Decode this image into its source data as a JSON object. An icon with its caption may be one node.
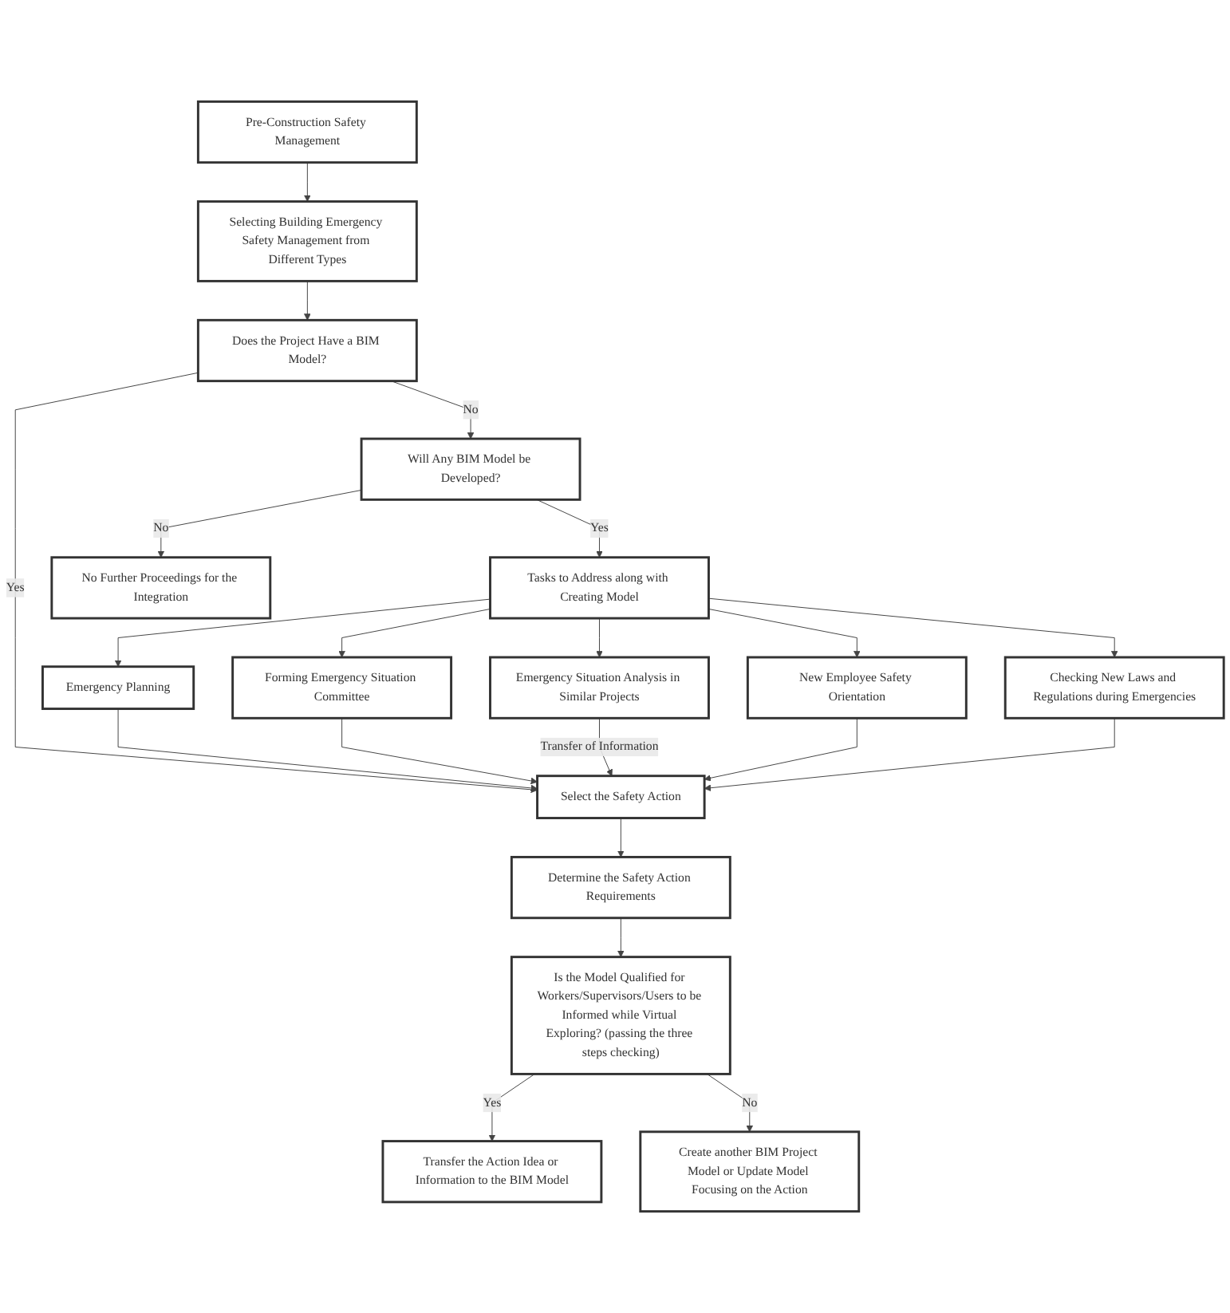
{
  "diagram": {
    "nodes": [
      {
        "text": [
          "Pre-Construction Safety Management"
        ]
      },
      {
        "text": [
          "Selecting Building Emergency Safety Management from Different Types"
        ]
      },
      {
        "text": [
          "Does the Project Have a BIM Model?"
        ]
      },
      {
        "text": [
          "Select the Safety Action"
        ]
      },
      {
        "text": [
          "Will Any BIM Model be Developed?"
        ]
      },
      {
        "text": [
          "Determine the Safety Action Requirements"
        ]
      },
      {
        "text": [
          "No Further Proceedings for the Integration"
        ]
      },
      {
        "text": [
          "Tasks to Address along with Creating Model"
        ]
      },
      {
        "text": [
          "Is the Model Qualified for Workers/Supervisors/Users to be Informed while Virtual Exploring? (passing the three steps checking)"
        ]
      },
      {
        "text": [
          "Transfer the Action Idea or Information to the BIM Model"
        ]
      },
      {
        "text": [
          "Create another BIM Project Model or Update Model Focusing on the Action"
        ]
      },
      {
        "text": [
          "Emergency Planning"
        ]
      },
      {
        "text": [
          "Forming Emergency Situation Committee"
        ]
      },
      {
        "text": [
          "Emergency Situation Analysis in Similar Projects"
        ]
      },
      {
        "text": [
          "New Employee Safety Orientation"
        ]
      },
      {
        "text": [
          "Checking New Laws and Regulations during Emergencies"
        ]
      }
    ],
    "edges": [
      {
        "from": 0,
        "to": 1,
        "arrow": "to"
      },
      {
        "from": 1,
        "to": 2,
        "arrow": "to"
      },
      {
        "from": 2,
        "to": 3,
        "arrow": "to",
        "label": "Yes"
      },
      {
        "from": 2,
        "to": 4,
        "arrow": "to",
        "label": "No"
      },
      {
        "from": 3,
        "to": 5,
        "arrow": "to"
      },
      {
        "from": 4,
        "to": 6,
        "arrow": "to",
        "label": "No"
      },
      {
        "from": 4,
        "to": 7,
        "arrow": "to",
        "label": "Yes"
      },
      {
        "from": 5,
        "to": 8,
        "arrow": "to"
      },
      {
        "from": 8,
        "to": 9,
        "arrow": "to",
        "label": "Yes"
      },
      {
        "from": 8,
        "to": 10,
        "arrow": "to",
        "label": "No"
      },
      {
        "from": 7,
        "to": 11,
        "arrow": "to"
      },
      {
        "from": 7,
        "to": 12,
        "arrow": "to"
      },
      {
        "from": 7,
        "to": 13,
        "arrow": "to"
      },
      {
        "from": 7,
        "to": 14,
        "arrow": "to"
      },
      {
        "from": 7,
        "to": 15,
        "arrow": "to"
      },
      {
        "from": 11,
        "to": 3,
        "arrow": "to"
      },
      {
        "from": 12,
        "to": 3,
        "arrow": "to"
      },
      {
        "from": 13,
        "to": 3,
        "arrow": "to",
        "label": "Transfer of Information"
      },
      {
        "from": 14,
        "to": 3,
        "arrow": "to"
      },
      {
        "from": 15,
        "to": 3,
        "arrow": "to"
      }
    ]
  }
}
